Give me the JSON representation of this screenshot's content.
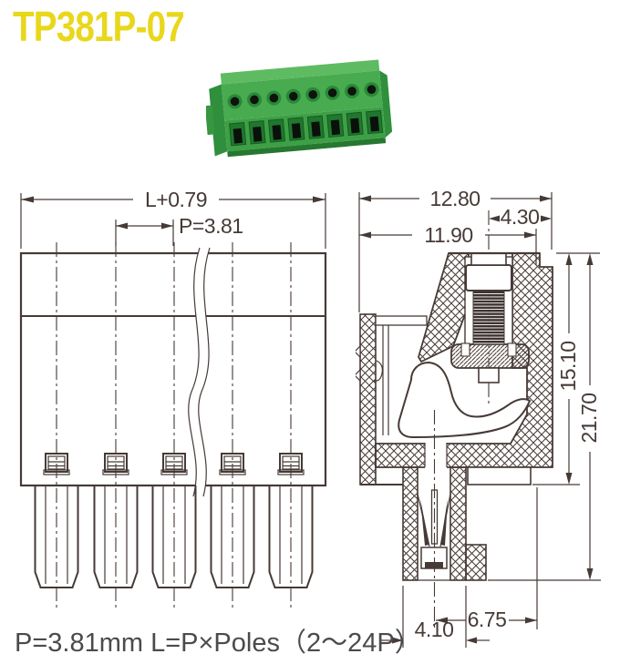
{
  "title": "TP381P-07",
  "product_photo": {
    "description": "green pluggable terminal block plug, screw-clamp type, 8 poles visible",
    "pole_count": 8
  },
  "front_view": {
    "dim_overall_width": "L+0.79",
    "dim_pitch": "P=3.81"
  },
  "section_view": {
    "dim_overall_width": "12.80",
    "dim_screw_to_face": "4.30",
    "dim_body_width": "11.90",
    "dim_body_height": "15.10",
    "dim_overall_height": "21.70",
    "dim_center_to_face": "6.75",
    "dim_snout_width": "4.10"
  },
  "footer": {
    "formula": "P=3.81mm  L=P×Poles（2～24P）"
  },
  "colors": {
    "title_yellow": "#E9D71B",
    "drawing_line": "#463A36",
    "footer_text": "#4B4B4B",
    "product_green": "#3FA147",
    "product_green_light": "#5EBB62",
    "product_green_dark": "#1E7A2D"
  }
}
